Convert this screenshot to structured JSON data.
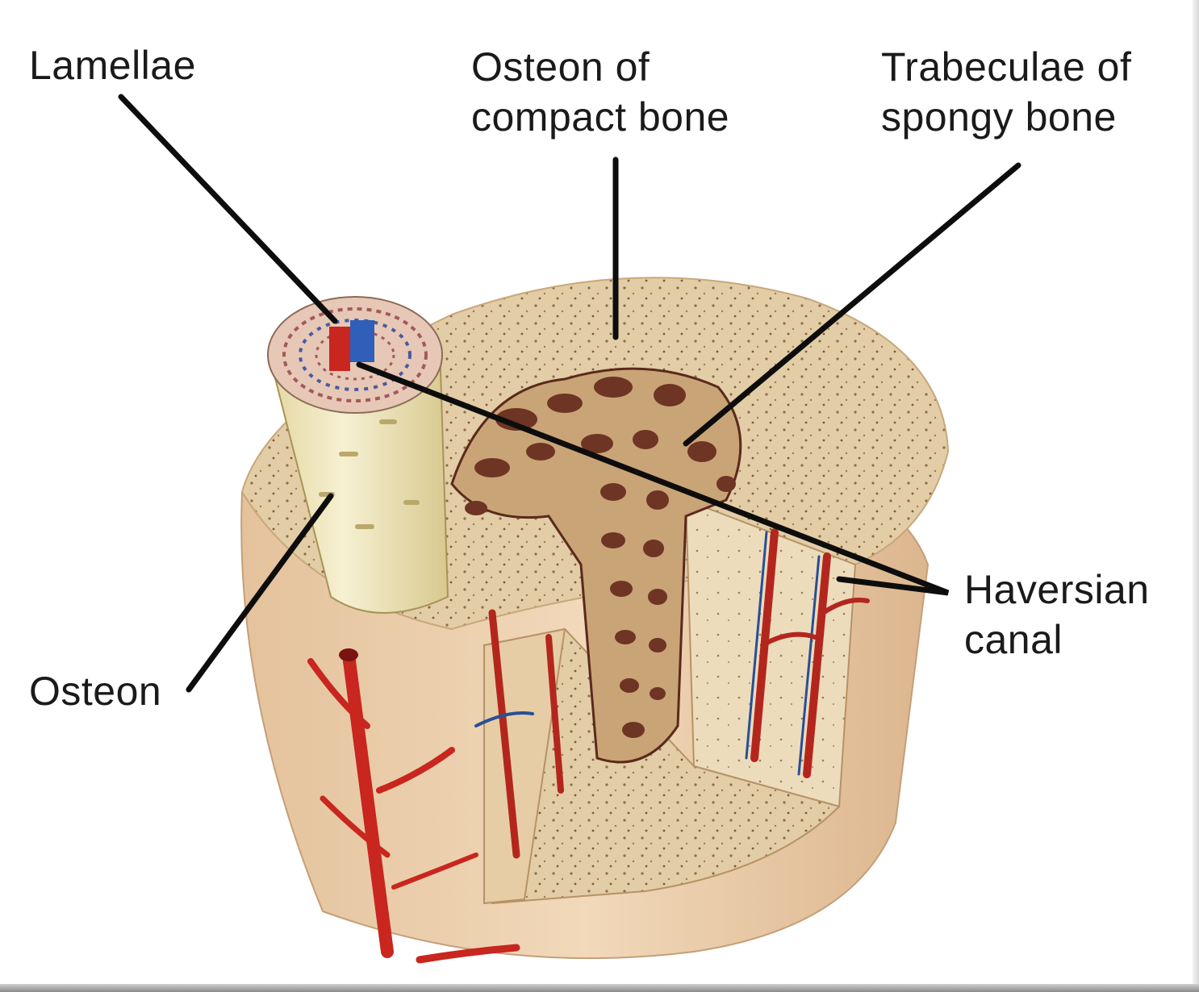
{
  "labels": {
    "lamellae": "Lamellae",
    "osteon_compact_line1": "Osteon of",
    "osteon_compact_line2": "compact bone",
    "trabeculae_line1": "Trabeculae of",
    "trabeculae_line2": "spongy bone",
    "haversian_line1": "Haversian",
    "haversian_line2": "canal",
    "osteon": "Osteon"
  },
  "colors": {
    "bone_light": "#ead8b6",
    "bone_mid": "#dcc397",
    "bone_shadow": "#c9aa7c",
    "trabecula_dark": "#6e3424",
    "artery": "#c8261e",
    "vein": "#1f4fa0",
    "osteon_cylinder": "#efe8c4",
    "leader_line": "#0d0d0d"
  }
}
